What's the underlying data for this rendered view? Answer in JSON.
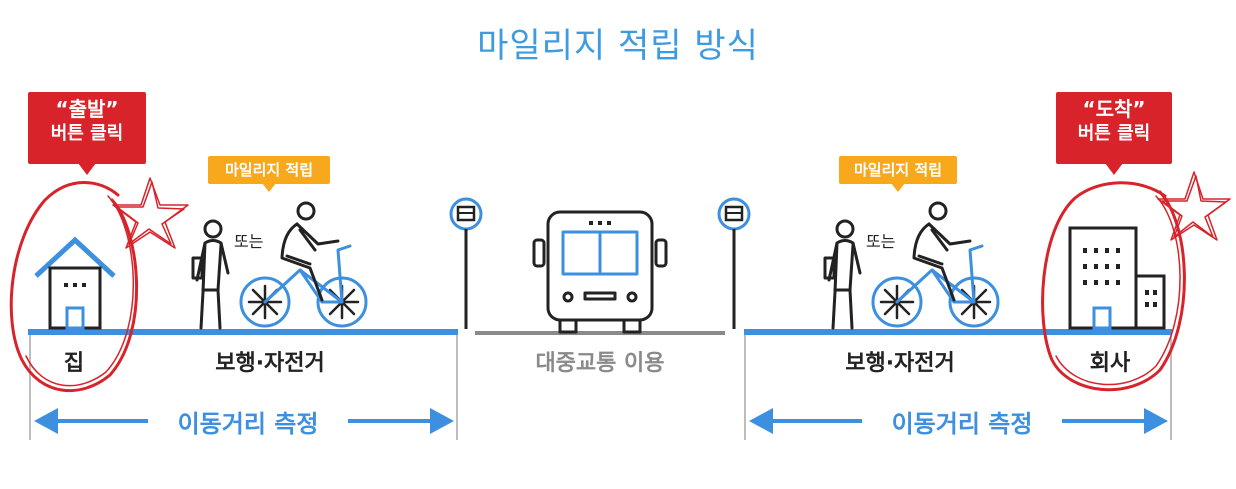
{
  "title": "마일리지 적립 방식",
  "left": {
    "callout_quote": "“출발”",
    "callout_sub": "버튼 클릭",
    "place": "집",
    "mode": "보행·자전거",
    "or": "또는",
    "tag": "마일리지 적립",
    "measure": "이동거리 측정"
  },
  "middle": {
    "label": "대중교통 이용"
  },
  "right": {
    "callout_quote": "“도착”",
    "callout_sub": "버튼 클릭",
    "place": "회사",
    "mode": "보행·자전거",
    "or": "또는",
    "tag": "마일리지 적립",
    "measure": "이동거리 측정"
  },
  "colors": {
    "blue": "#3d8fe0",
    "red": "#d8232a",
    "orange": "#f7a81b",
    "gray": "#8a8a8a"
  },
  "icons": [
    "house-icon",
    "pedestrian-icon",
    "cyclist-icon",
    "bus-stop-sign-icon",
    "bus-icon",
    "office-building-icon",
    "star-scribble-icon",
    "circle-scribble-icon"
  ]
}
